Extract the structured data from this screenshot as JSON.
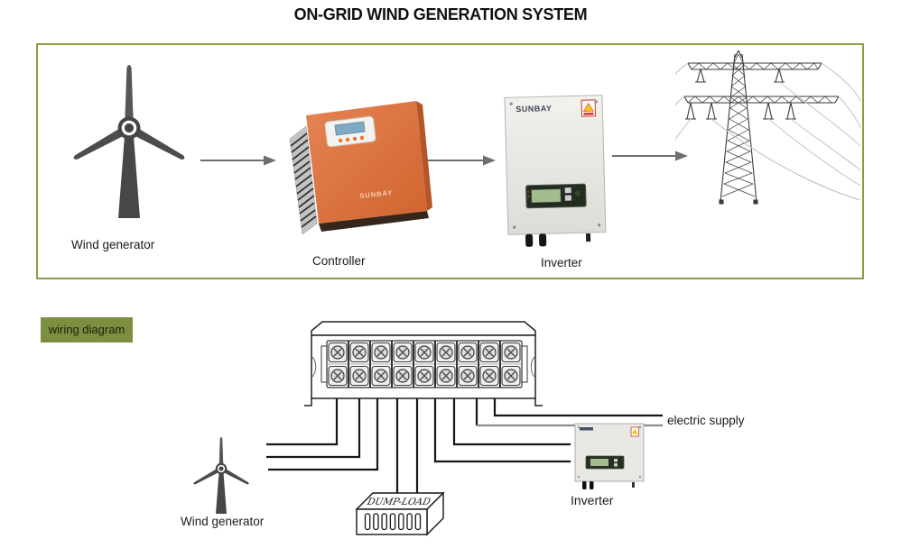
{
  "title": "ON-GRID WIND GENERATION SYSTEM",
  "brand": "SUNBAY",
  "colors": {
    "frame_border": "#8a9d44",
    "badge_background": "#7c8f41",
    "controller_orange": "#dd7644",
    "turbine_gray": "#4a4a4a",
    "arrow_gray": "#6e6e6e",
    "wire_black": "#161616",
    "supply_wire_gray": "#8c8c8c"
  },
  "flow_diagram": {
    "wind_generator_label": "Wind generator",
    "controller_label": "Controller",
    "inverter_label": "Inverter"
  },
  "wiring_diagram": {
    "badge_label": "wiring diagram",
    "wind_generator_label": "Wind generator",
    "dump_load_label": "DUMP-LOAD",
    "inverter_label": "Inverter",
    "electric_supply_label": "electric supply"
  }
}
